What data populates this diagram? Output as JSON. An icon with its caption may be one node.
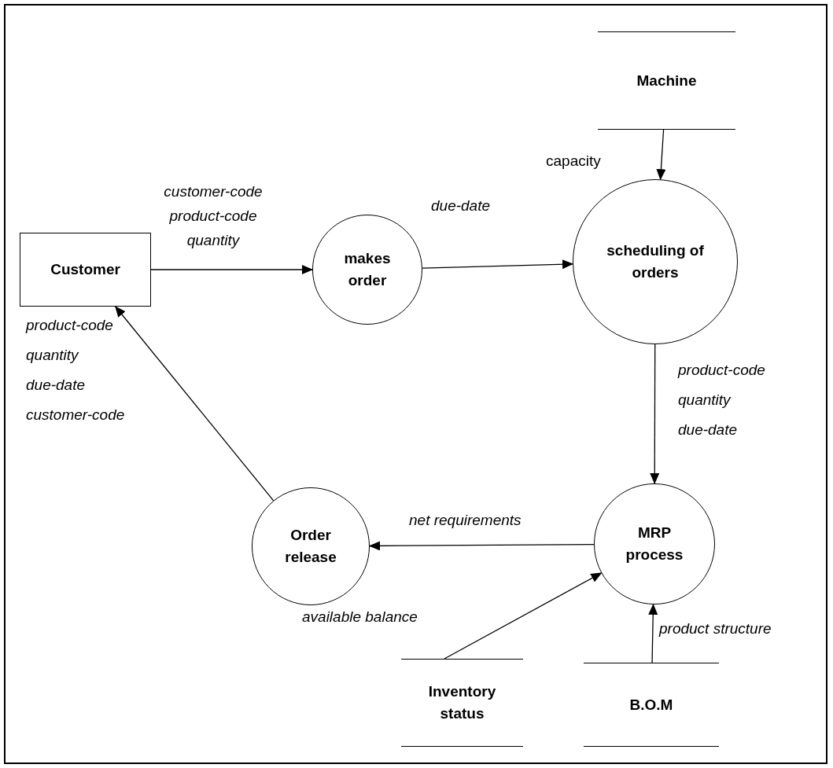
{
  "diagram": {
    "nodes": [
      {
        "text": [
          "Customer"
        ]
      },
      {
        "text": [
          "makes order"
        ]
      },
      {
        "text": [
          "scheduling of orders"
        ]
      },
      {
        "text": [
          "Machine"
        ]
      },
      {
        "text": [
          "MRP process"
        ]
      },
      {
        "text": [
          "Order release"
        ]
      },
      {
        "text": [
          "Inventory status"
        ]
      },
      {
        "text": [
          "B.O.M"
        ]
      }
    ],
    "edges": [
      {
        "from": 0,
        "to": 1,
        "arrow": "to",
        "label": "customer-code product-code quantity"
      },
      {
        "from": 1,
        "to": 2,
        "arrow": "to",
        "label": "due-date"
      },
      {
        "from": 3,
        "to": 2,
        "arrow": "to",
        "label": "capacity"
      },
      {
        "from": 2,
        "to": 4,
        "arrow": "to",
        "label": "product-code quantity due-date"
      },
      {
        "from": 4,
        "to": 5,
        "arrow": "to",
        "label": "net requirements"
      },
      {
        "from": 5,
        "to": 0,
        "arrow": "to",
        "label": "product-code quantity due-date customer-code"
      },
      {
        "from": 6,
        "to": 4,
        "arrow": "to",
        "label": "available balance"
      },
      {
        "from": 7,
        "to": 4,
        "arrow": "to",
        "label": "product structure"
      }
    ]
  }
}
